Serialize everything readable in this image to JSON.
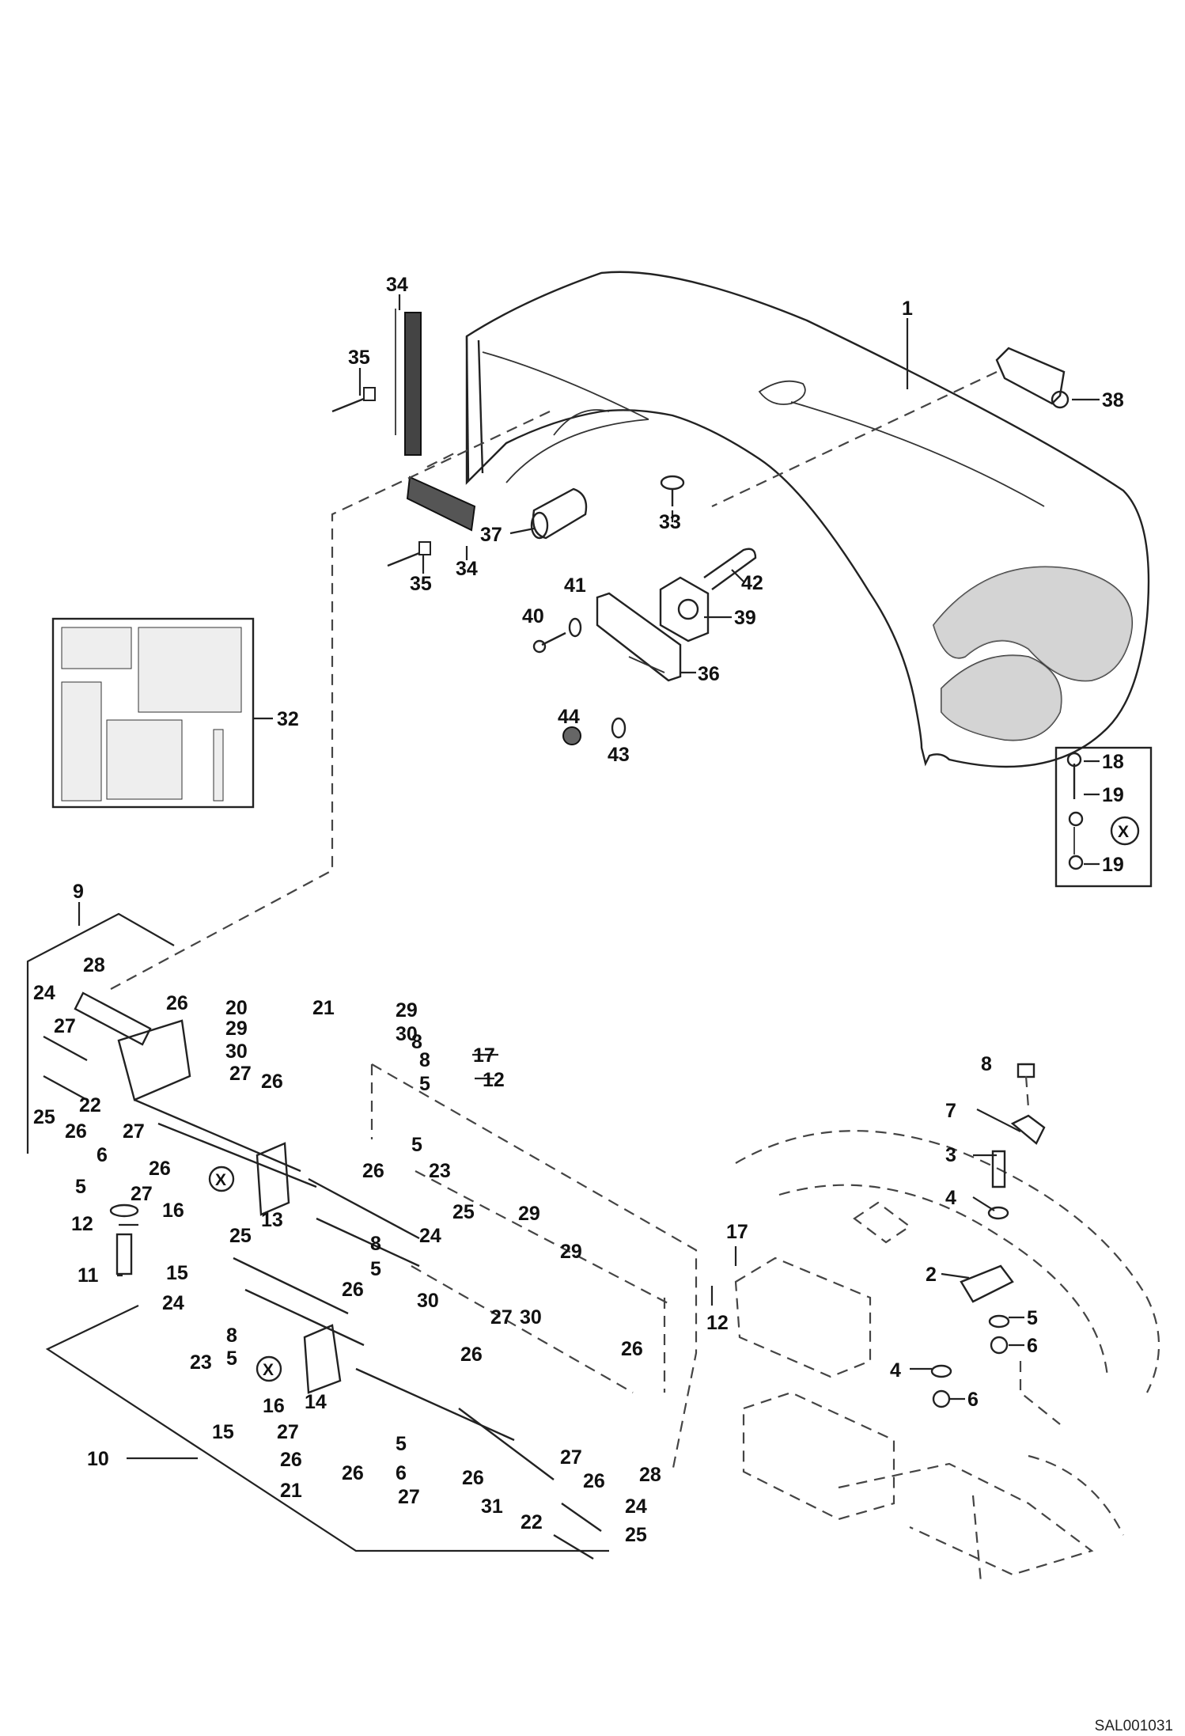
{
  "reference_code": "SAL001031",
  "callouts": {
    "c1": "1",
    "c2": "2",
    "c3": "3",
    "c4a": "4",
    "c4b": "4",
    "c5a": "5",
    "c5b": "5",
    "c5c": "5",
    "c5d": "5",
    "c5e": "5",
    "c6a": "6",
    "c6b": "6",
    "c6c": "6",
    "c6d": "6",
    "c7": "7",
    "c8a": "8",
    "c8b": "8",
    "c8c": "8",
    "c8d": "8",
    "c9": "9",
    "c10": "10",
    "c11": "11",
    "c12a": "12",
    "c12b": "12",
    "c12c": "12",
    "c13": "13",
    "c14": "14",
    "c15a": "15",
    "c15b": "15",
    "c16a": "16",
    "c16b": "16",
    "c17a": "17",
    "c17b": "17",
    "c18": "18",
    "c19a": "19",
    "c19b": "19",
    "c20": "20",
    "c21a": "21",
    "c21b": "21",
    "c22a": "22",
    "c22b": "22",
    "c23a": "23",
    "c23b": "23",
    "c24a": "24",
    "c24b": "24",
    "c24c": "24",
    "c24d": "24",
    "c25a": "25",
    "c25b": "25",
    "c25c": "25",
    "c25d": "25",
    "c26a": "26",
    "c26b": "26",
    "c26c": "26",
    "c26d": "26",
    "c26e": "26",
    "c26f": "26",
    "c26g": "26",
    "c26h": "26",
    "c26i": "26",
    "c26j": "26",
    "c26k": "26",
    "c26l": "26",
    "c27a": "27",
    "c27b": "27",
    "c27c": "27",
    "c27d": "27",
    "c27e": "27",
    "c27f": "27",
    "c27g": "27",
    "c28a": "28",
    "c28b": "28",
    "c29a": "29",
    "c29b": "29",
    "c29c": "29",
    "c29d": "29",
    "c30a": "30",
    "c30b": "30",
    "c30c": "30",
    "c30d": "30",
    "c31": "31",
    "c32": "32",
    "c33": "33",
    "c34a": "34",
    "c34b": "34",
    "c35a": "35",
    "c35b": "35",
    "c36": "36",
    "c37": "37",
    "c38": "38",
    "c39": "39",
    "c40": "40",
    "c41": "41",
    "c42": "42",
    "c43": "43",
    "c44": "44"
  },
  "detail_marker": "X"
}
